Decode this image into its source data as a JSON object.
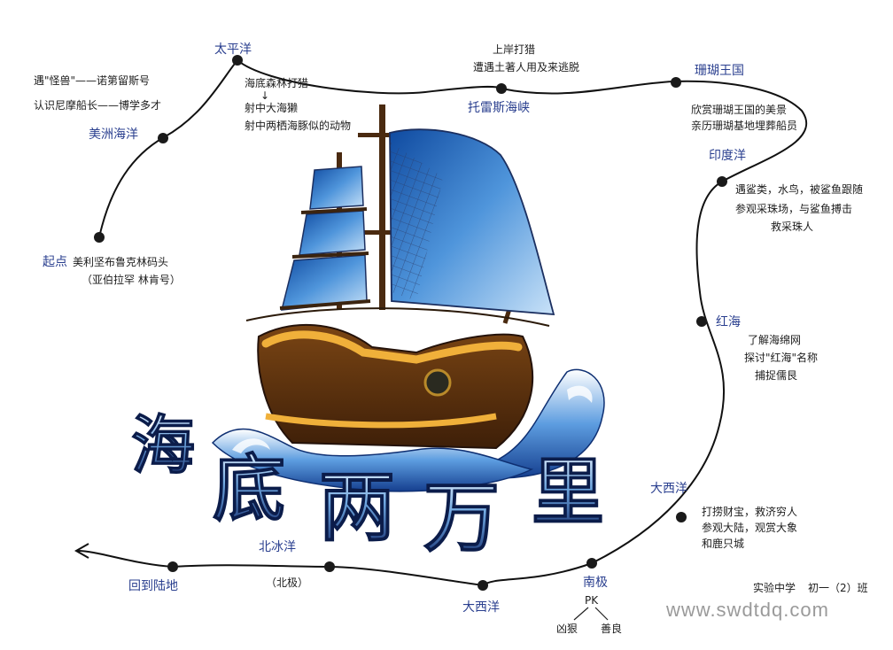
{
  "title": [
    "海",
    "底",
    "两",
    "万",
    "里"
  ],
  "route": {
    "start": {
      "label": "起点",
      "text": "美利坚布鲁克林码头",
      "sub": "（亚伯拉罕 林肯号）"
    },
    "americas_sea": {
      "label": "美洲海洋",
      "notes": [
        "遇\"怪兽\"——诺第留斯号",
        "认识尼摩船长——博学多才"
      ]
    },
    "pacific": {
      "label": "太平洋",
      "notes": [
        "海底森林打猎",
        "↓",
        "射中大海獭",
        "射中两栖海豚似的动物"
      ]
    },
    "torres": {
      "label": "托雷斯海峡",
      "notes": [
        "上岸打猎",
        "遭遇土著人用及来逃脱"
      ]
    },
    "coral": {
      "label": "珊瑚王国",
      "notes": [
        "欣赏珊瑚王国的美景",
        "亲历珊瑚基地埋葬船员"
      ]
    },
    "indian": {
      "label": "印度洋",
      "notes": [
        "遇鲨类，水鸟，被鲨鱼跟随",
        "参观采珠场，与鲨鱼搏击",
        "救采珠人"
      ]
    },
    "red_sea": {
      "label": "红海",
      "notes": [
        "了解海绵网",
        "探讨\"红海\"名称",
        "捕捉儒艮"
      ]
    },
    "atlantic_1": {
      "label": "大西洋",
      "notes": [
        "打捞财宝，救济穷人",
        "参观大陆，观赏大象",
        "和鹿只城"
      ]
    },
    "south_pole": {
      "label": "南极",
      "pk": "PK",
      "left": "凶狠",
      "right": "善良"
    },
    "atlantic_2": {
      "label": "大西洋"
    },
    "arctic": {
      "label": "北冰洋",
      "sub": "（北极）"
    },
    "end": {
      "label": "回到陆地"
    }
  },
  "signature": {
    "school": "实验中学",
    "class": "初一（2）班"
  },
  "watermark": "www.swdtdq.com",
  "colors": {
    "route_line": "#111111",
    "place_label": "#2a3f8f",
    "sail_blue": "#2f78c9",
    "sail_light": "#9cc7ee",
    "hull_brown": "#6b3a12",
    "hull_gold": "#f0b03a",
    "wave_blue": "#2a6fc2",
    "title_navy": "#132d6e"
  }
}
